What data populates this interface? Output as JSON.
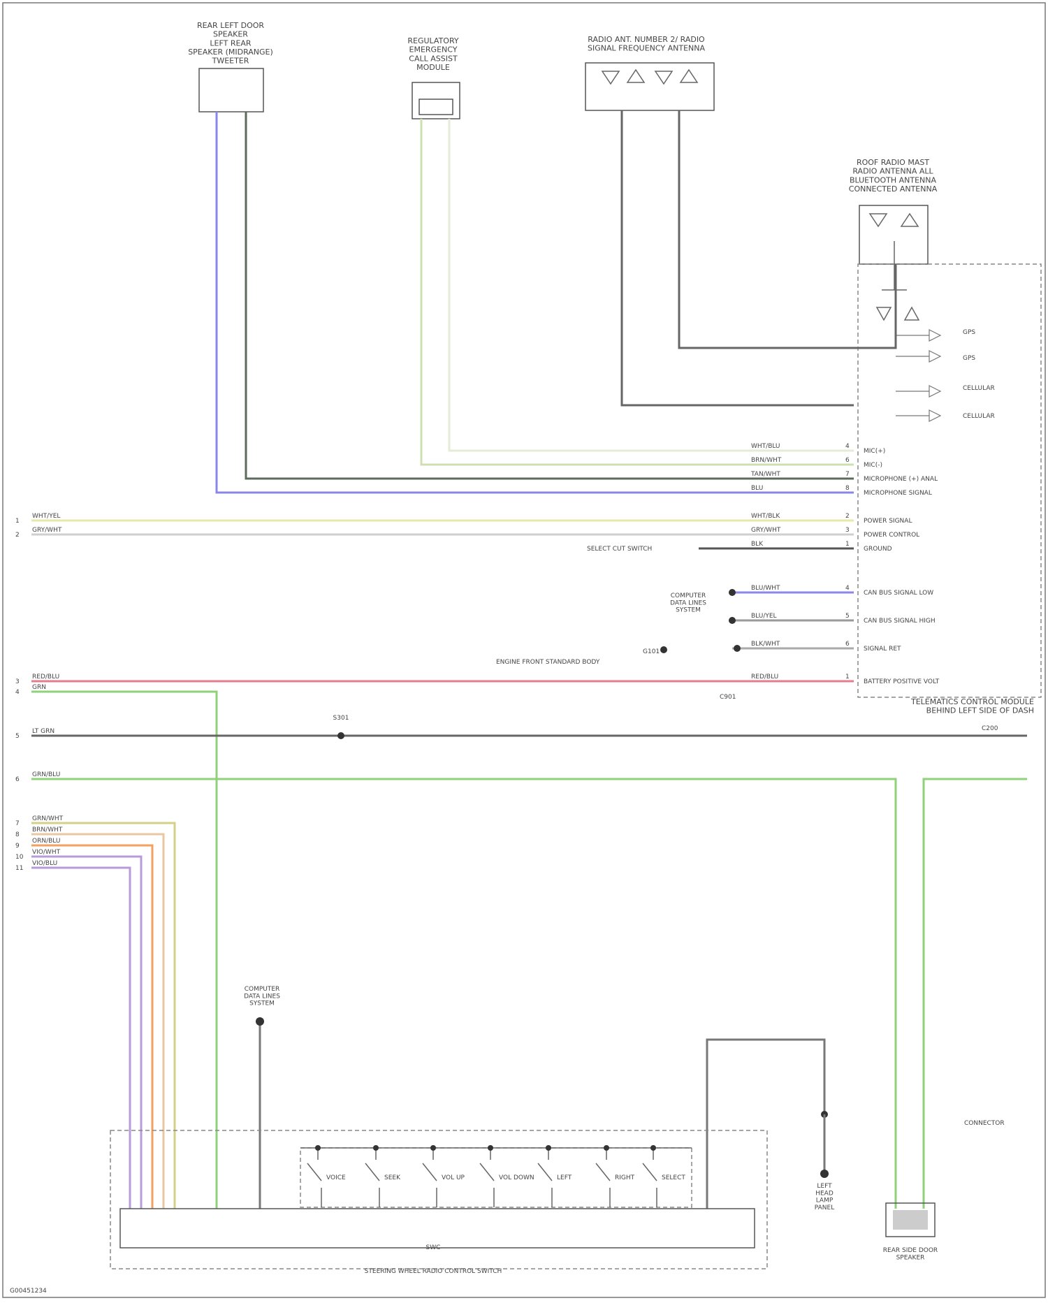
{
  "page": {
    "footer_id": "G00451234"
  },
  "components": {
    "rear_left_door": {
      "title": "REAR LEFT DOOR\nSPEAKER\nLEFT REAR\nSPEAKER (MIDRANGE)\nTWEETER"
    },
    "microphone": {
      "title": "REGULATORY\nEMERGENCY\nCALL ASSIST\nMODULE"
    },
    "antenna_top": {
      "title": "RADIO ANT. NUMBER 2/ RADIO\nSIGNAL FREQUENCY ANTENNA"
    },
    "antenna_right": {
      "title": "ROOF RADIO MAST\nRADIO ANTENNA ALL\nBLUETOOTH ANTENNA\nCONNECTED ANTENNA"
    },
    "telematics": {
      "title": "TELEMATICS CONTROL MODULE\nBEHIND LEFT SIDE OF DASH"
    },
    "switch_module": {
      "title": "STEERING WHEEL RADIO CONTROL SWITCH",
      "inner": "SWC"
    },
    "rear_speaker": {
      "title": "REAR SIDE DOOR\nSPEAKER"
    },
    "ground_node": {
      "title": "COMPUTER\nDATA LINES\nSYSTEM"
    },
    "left_ground": {
      "title": "LEFT\nHEAD\nLAMP\nPANEL"
    }
  },
  "pin_labels": [
    {
      "num": "4",
      "wire": "WHT/BLU",
      "sig": "MIC(+)"
    },
    {
      "num": "6",
      "wire": "BRN/WHT",
      "sig": "MIC(-)"
    },
    {
      "num": "7",
      "wire": "TAN/WHT",
      "sig": "MICROPHONE (+) ANAL"
    },
    {
      "num": "8",
      "wire": "BLU",
      "sig": "MICROPHONE SIGNAL"
    },
    {
      "num": "2",
      "wire": "WHT/BLK",
      "sig": "POWER SIGNAL"
    },
    {
      "num": "3",
      "wire": "GRY/WHT",
      "sig": "POWER CONTROL"
    },
    {
      "num": "1",
      "wire": "BLK",
      "sig": "GROUND"
    },
    {
      "num": "4",
      "wire": "BLU/WHT",
      "sig": "CAN BUS SIGNAL LOW"
    },
    {
      "num": "5",
      "wire": "BLU/YEL",
      "sig": "CAN BUS SIGNAL HIGH"
    },
    {
      "num": "6",
      "wire": "BLK/WHT",
      "sig": "SIGNAL RET"
    },
    {
      "num": "1",
      "wire": "RED/BLU",
      "sig": "BATTERY POSITIVE VOLT"
    }
  ],
  "antenna_outputs": [
    "GPS",
    "GPS",
    "CELLULAR",
    "CELLULAR"
  ],
  "left_feeds": [
    {
      "num": "1",
      "label": "WHT/YEL"
    },
    {
      "num": "2",
      "label": "GRY/WHT"
    },
    {
      "num": "3",
      "label": "RED/BLU"
    },
    {
      "num": "4",
      "label": "GRN"
    },
    {
      "num": "5",
      "label": "LT GRN"
    },
    {
      "num": "6",
      "label": "GRN/BLU"
    },
    {
      "num": "7",
      "label": "GRN/WHT"
    },
    {
      "num": "8",
      "label": "BRN/WHT"
    },
    {
      "num": "9",
      "label": "ORN/BLU"
    },
    {
      "num": "10",
      "label": "VIO/WHT"
    },
    {
      "num": "11",
      "label": "VIO/BLU"
    }
  ],
  "switch_labels": [
    "VOICE",
    "SEEK",
    "VOL UP",
    "VOL DOWN",
    "LEFT",
    "RIGHT",
    "SELECT"
  ],
  "misc_labels": {
    "splice_1": "S301",
    "splice_2": "G101",
    "connector": "C901",
    "connector_ref": "C200",
    "ground_text": "SELECT CUT SWITCH",
    "ground_text2": "COMPUTER\nDATA LINES\nSYSTEM",
    "ground_text3": "ENGINE FRONT STANDARD BODY",
    "right_label": "CONNECTOR"
  }
}
